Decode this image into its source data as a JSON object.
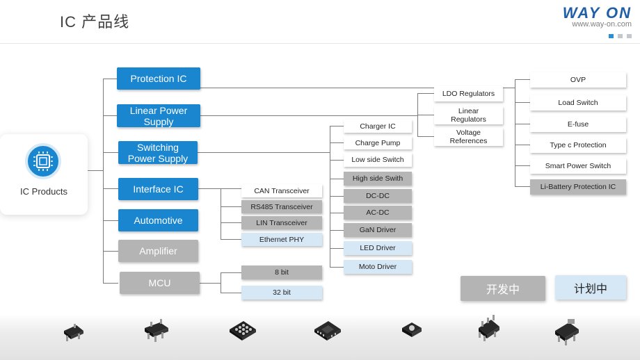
{
  "header": {
    "title": "IC 产品线",
    "logo": "WAY ON",
    "url": "www.way-on.com"
  },
  "root": {
    "label": "IC Products"
  },
  "categories": {
    "protection": "Protection IC",
    "linear": "Linear Power Supply",
    "switching": "Switching Power Supply",
    "interface": "Interface IC",
    "automotive": "Automotive",
    "amplifier": "Amplifier",
    "mcu": "MCU"
  },
  "protection_items": {
    "ovp": "OVP",
    "load_switch": "Load Switch",
    "efuse": "E-fuse",
    "typec": "Type c Protection",
    "smart_power": "Smart Power Switch",
    "li_battery": "Li-Battery Protection IC"
  },
  "linear_items": {
    "ldo": "LDO Regulators",
    "linear_reg": "Linear Regulators",
    "voltage_ref": "Voltage References"
  },
  "switching_items": {
    "charger": "Charger IC",
    "charge_pump": "Charge Pump",
    "low_side": "Low side Switch",
    "high_side": "High side Swith",
    "dcdc": "DC-DC",
    "acdc": "AC-DC",
    "gan": "GaN Driver",
    "led": "LED Driver",
    "moto": "Moto Driver"
  },
  "interface_items": {
    "can": "CAN Transceiver",
    "rs485": "RS485 Transceiver",
    "lin": "LIN Transceiver",
    "ethernet": "Ethernet PHY"
  },
  "mcu_items": {
    "bit8": "8 bit",
    "bit32": "32 bit"
  },
  "legend": {
    "developing": "开发中",
    "planned": "计划中"
  },
  "colors": {
    "released": "#1a86d0",
    "developing": "#b4b4b4",
    "planned": "#d6e7f6",
    "line": "#7a7a7a"
  },
  "icons": [
    "chip-icon",
    "package-sot23-icon",
    "package-sot23-5-icon",
    "package-bga-icon",
    "package-dfn-icon",
    "package-wlcsp-icon",
    "package-sot23-6-icon",
    "package-sot223-icon"
  ]
}
